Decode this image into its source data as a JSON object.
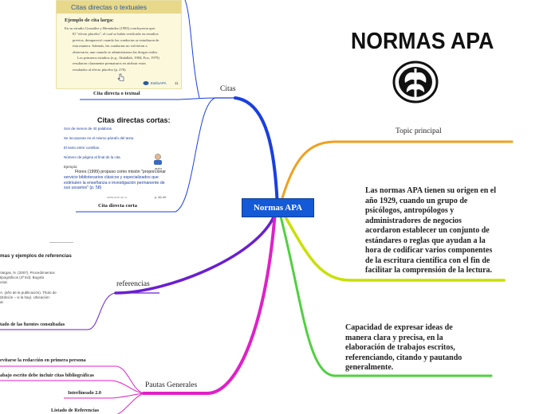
{
  "central": {
    "label": "Normas APA",
    "color": "#1459d6"
  },
  "branches": {
    "citas": {
      "label": "Citas",
      "color": "#1a3fe0"
    },
    "topic": {
      "label": "Topic principal",
      "color": "#f0a020"
    },
    "origen": {
      "lines": [
        "Las normas APA tienen su origen en el",
        "año 1929, cuando un grupo de",
        "psicólogos, antropólogos y",
        "administradores de negocios",
        "acordaron establecer un conjunto de",
        "estándares o reglas que ayudan a la",
        "hora de codificar varios componentes",
        "de la escritura científica con el fin de",
        "facilitar la comprensión de la lectura."
      ],
      "color": "#c8e000"
    },
    "capacidad": {
      "lines": [
        "Capacidad de expresar ideas de",
        "manera clara y precisa, en la",
        "elaboración de trabajos escritos,",
        "referenciando, citando y pautando",
        "generalmente."
      ],
      "color": "#50d040"
    },
    "referencias": {
      "label": "referencias",
      "color": "#6a1fd0"
    },
    "pautas": {
      "label": "Pautas Generales",
      "color": "#e020c8"
    }
  },
  "citas_children": {
    "directa_textual": "Cita directa o textual",
    "directa_corta": "Cita directa corta"
  },
  "referencias_children": {
    "listado": "tado de las fuentes consultadas"
  },
  "pautas_children": [
    "evitarse la redacción en primera persona",
    "abajo escrito debe incluir citas bibliográficas",
    "Interlineado 2.0",
    "Listado de Referencias"
  ],
  "logo": {
    "title": "NORMAS APA"
  },
  "thumb1": {
    "header": "Citas directas o textuales",
    "subtitle": "Ejemplo de cita larga:",
    "lines": [
      "En su estudio González y Hernández (1993) concluyeron que:",
      "El \"efecto placebo\", el cual se había verificado en estudios",
      "previos, desapareció cuando las conductas se estudiaron de",
      "esta manera. Además, las conductas no volvieron a",
      "observarse, aun cuando se administraron las drogas reales.",
      "Los primeros estudios (e.g., Abdallah, 1984; Fox, 1979)",
      "resultaron claramente prematuros en atribuir estos",
      "resultados al efecto placebo (p. 276)"
    ],
    "footer": "EstiloAPA",
    "page": "11"
  },
  "thumb2": {
    "title": "Citas directas cortas:",
    "lines": [
      "Son de menos de 40 palabras.",
      "Se incorporan en el mismo párrafo del texto.",
      "El texto entre comillas.",
      "Número de página al final de la cita.",
      "Ejemplo:"
    ],
    "quote_lines": [
      "Flores (1999) propuso como misión \"proporcionar",
      "servicio bibliotecarios clásicos y especializados que",
      "estimulen la enseñanza e investigación permanente de",
      "sus usuarios\" (p. 58)"
    ],
    "avatar_label": "autor",
    "footer_left": "www.ucm.ac.cr",
    "footer_right": "p. 46-49"
  },
  "thumb3": {
    "title": "mas y ejemplos de referencias",
    "lines": [
      "Vargas, N. (2007). Procedimientos",
      "tipográficos (4ª Ed). Bogotá",
      "orial.",
      "A. (año de la publicación). Título de",
      "(Edición – si la hay). Ubicación:",
      "al."
    ]
  }
}
